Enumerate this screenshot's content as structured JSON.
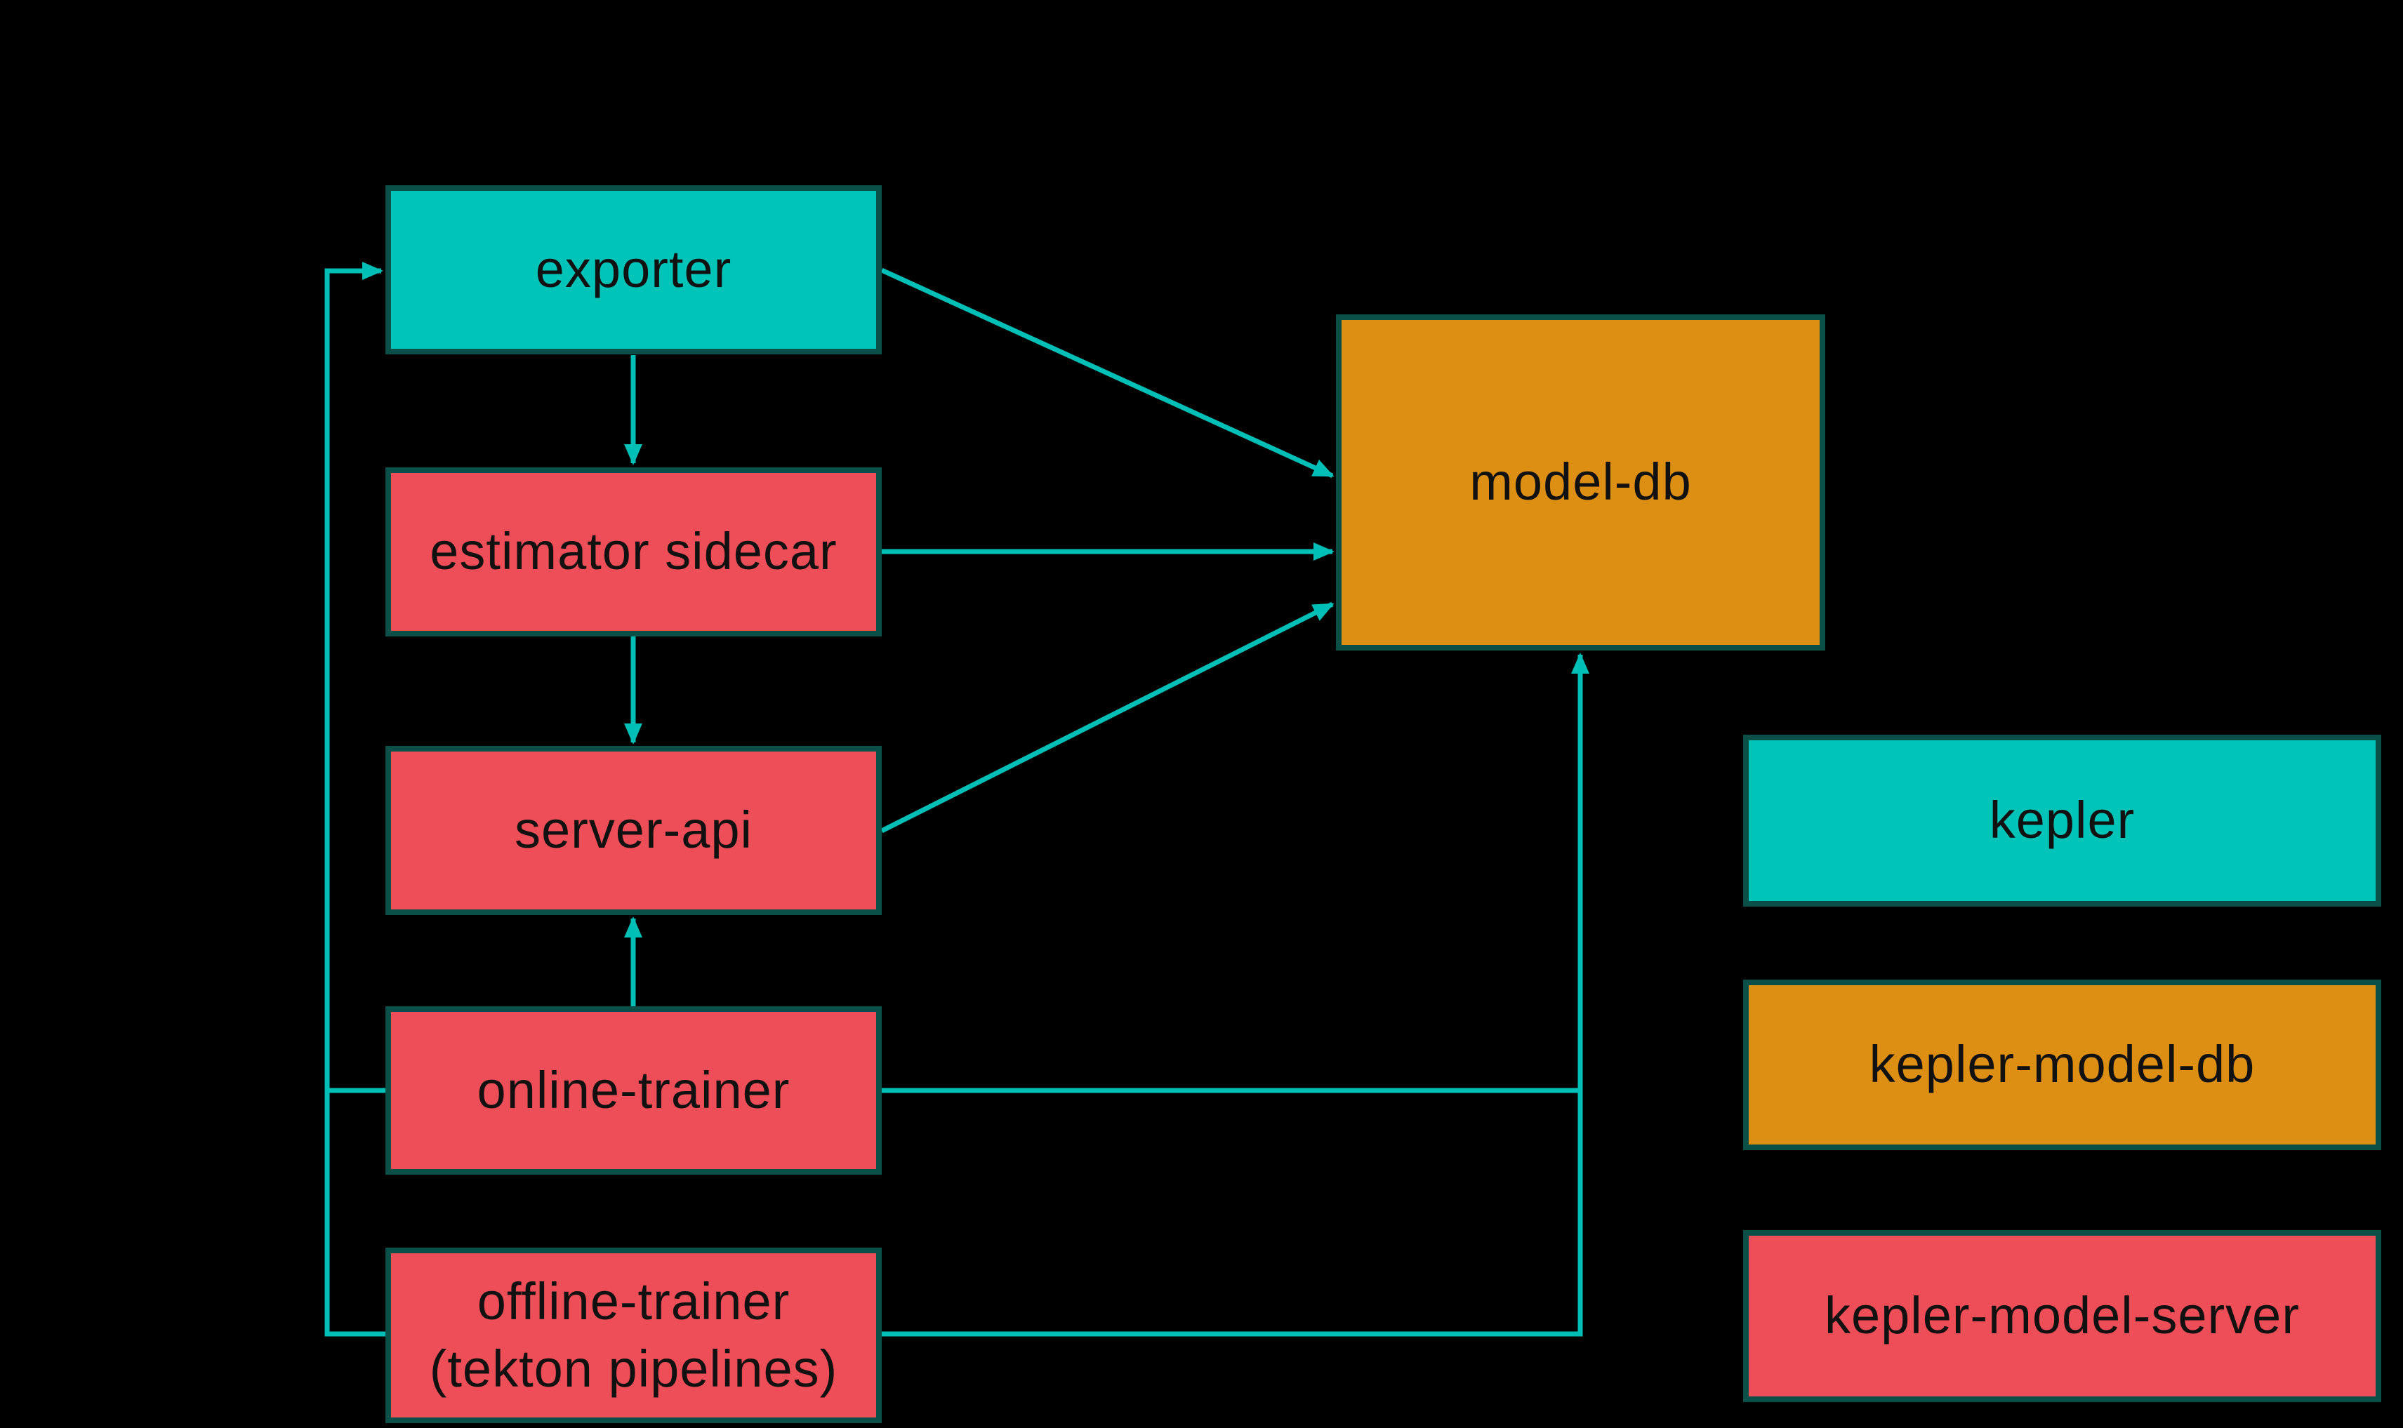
{
  "palette": {
    "background": "#000000",
    "kepler_teal": "#00c4b8",
    "model_server_red": "#ee4e58",
    "model_db_orange": "#dd8f13",
    "box_border": "#0a4f48",
    "arrow_teal": "#00bfb6",
    "label_text": "#111111"
  },
  "diagram": {
    "nodes": [
      {
        "id": "exporter",
        "label": "exporter",
        "color": "#00c4b8"
      },
      {
        "id": "estimator-sidecar",
        "label": "estimator sidecar",
        "color": "#ee4e58"
      },
      {
        "id": "server-api",
        "label": "server-api",
        "color": "#ee4e58"
      },
      {
        "id": "online-trainer",
        "label": "online-trainer",
        "color": "#ee4e58"
      },
      {
        "id": "offline-trainer",
        "label_line1": "offline-trainer",
        "label_line2": "(tekton pipelines)",
        "color": "#ee4e58"
      },
      {
        "id": "model-db",
        "label": "model-db",
        "color": "#dd8f13"
      }
    ],
    "edges": [
      {
        "from": "exporter",
        "to": "estimator-sidecar"
      },
      {
        "from": "estimator-sidecar",
        "to": "server-api"
      },
      {
        "from": "online-trainer",
        "to": "server-api"
      },
      {
        "from": "exporter",
        "to": "model-db"
      },
      {
        "from": "estimator-sidecar",
        "to": "model-db"
      },
      {
        "from": "server-api",
        "to": "model-db"
      },
      {
        "from": "online-trainer",
        "to": "model-db"
      },
      {
        "from": "offline-trainer",
        "to": "model-db"
      },
      {
        "from": "online-trainer",
        "to": "exporter"
      },
      {
        "from": "offline-trainer",
        "to": "exporter"
      }
    ],
    "legend": [
      {
        "label": "kepler",
        "color": "#00c4b8"
      },
      {
        "label": "kepler-model-db",
        "color": "#dd8f13"
      },
      {
        "label": "kepler-model-server",
        "color": "#ee4e58"
      }
    ]
  }
}
